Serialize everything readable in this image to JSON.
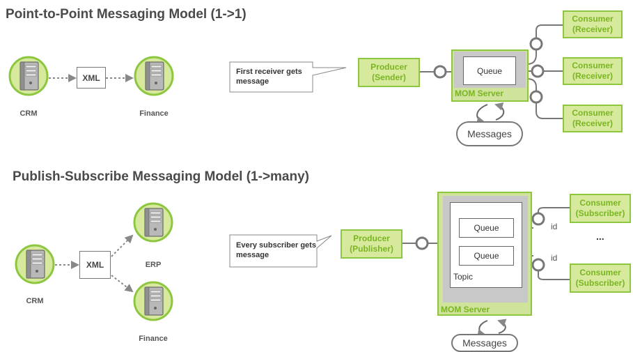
{
  "p2p": {
    "title": "Point-to-Point Messaging Model (1->1)",
    "left": {
      "source": "CRM",
      "format": "XML",
      "target": "Finance"
    },
    "callout": "First receiver gets message",
    "producer": [
      "Producer",
      "(Sender)"
    ],
    "queue": "Queue",
    "server": "MOM Server",
    "messages": "Messages",
    "consumers": [
      [
        "Consumer",
        "(Receiver)"
      ],
      [
        "Consumer",
        "(Receiver)"
      ],
      [
        "Consumer",
        "(Receiver)"
      ]
    ]
  },
  "pubsub": {
    "title": "Publish-Subscribe Messaging Model (1->many)",
    "left": {
      "source": "CRM",
      "format": "XML",
      "targets": [
        "ERP",
        "Finance"
      ]
    },
    "callout": "Every subscriber gets message",
    "producer": [
      "Producer",
      "(Publisher)"
    ],
    "queues": [
      "Queue",
      "Queue"
    ],
    "topic": "Topic",
    "server": "MOM Server",
    "messages": "Messages",
    "ids": [
      "id",
      "id"
    ],
    "ellipsis": "...",
    "consumers": [
      [
        "Consumer",
        "(Subscriber)"
      ],
      [
        "Consumer",
        "(Subscriber)"
      ]
    ]
  },
  "colors": {
    "accent_green": "#8dc63f",
    "fill_green": "#d6e99c",
    "text_green": "#7ab522",
    "server_grey": "#c8c8c8"
  },
  "icons": {
    "server": "server-icon"
  }
}
